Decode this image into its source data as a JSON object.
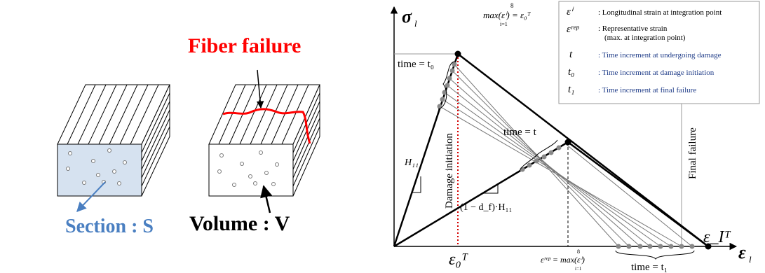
{
  "left_panel": {
    "fiber_failure_label": "Fiber failure",
    "section_label": "Section : S",
    "volume_label": "Volume : V",
    "colors": {
      "fiber_failure": "#ff0000",
      "section": "#4a7fc1",
      "section_fill": "#d6e2f0"
    }
  },
  "graph": {
    "y_axis_symbol": "σ",
    "y_axis_sub": "l",
    "x_axis_symbol": "ε",
    "x_axis_sub": "l",
    "top_formula": "max(εⁱ) = ε₀ᵀ",
    "top_formula_sup": "8",
    "top_formula_sub": "i=1",
    "time_t0": "time = t₀",
    "time_t": "time = t",
    "time_t1": "time = t₁",
    "h11": "H₁₁",
    "degraded_slope": "(1 − d_f)·H₁₁",
    "damage_initiation": "Damage initiation",
    "final_failure": "Final failure",
    "eps0T": "ε₀ᵀ",
    "epsRep": "εʳᵉᵖ = max(εⁱ)",
    "epsRep_sup": "8",
    "epsRep_sub": "i=1",
    "epsIT": "ε_Iᵀ"
  },
  "legend": {
    "items": [
      {
        "symbol": "εⁱ",
        "text": ": Longitudinal strain at integration point",
        "color": "#000000"
      },
      {
        "symbol": "εʳᵉᵖ",
        "text": ": Representative strain",
        "color": "#000000"
      },
      {
        "symbol": "",
        "text": "(max. at integration point)",
        "color": "#000000"
      },
      {
        "symbol": "t",
        "text": ": Time increment at undergoing damage",
        "color": "#1f3c88"
      },
      {
        "symbol": "t₀",
        "text": ": Time increment at damage initiation",
        "color": "#1f3c88"
      },
      {
        "symbol": "t₁",
        "text": ": Time increment at final failure",
        "color": "#1f3c88"
      }
    ]
  }
}
